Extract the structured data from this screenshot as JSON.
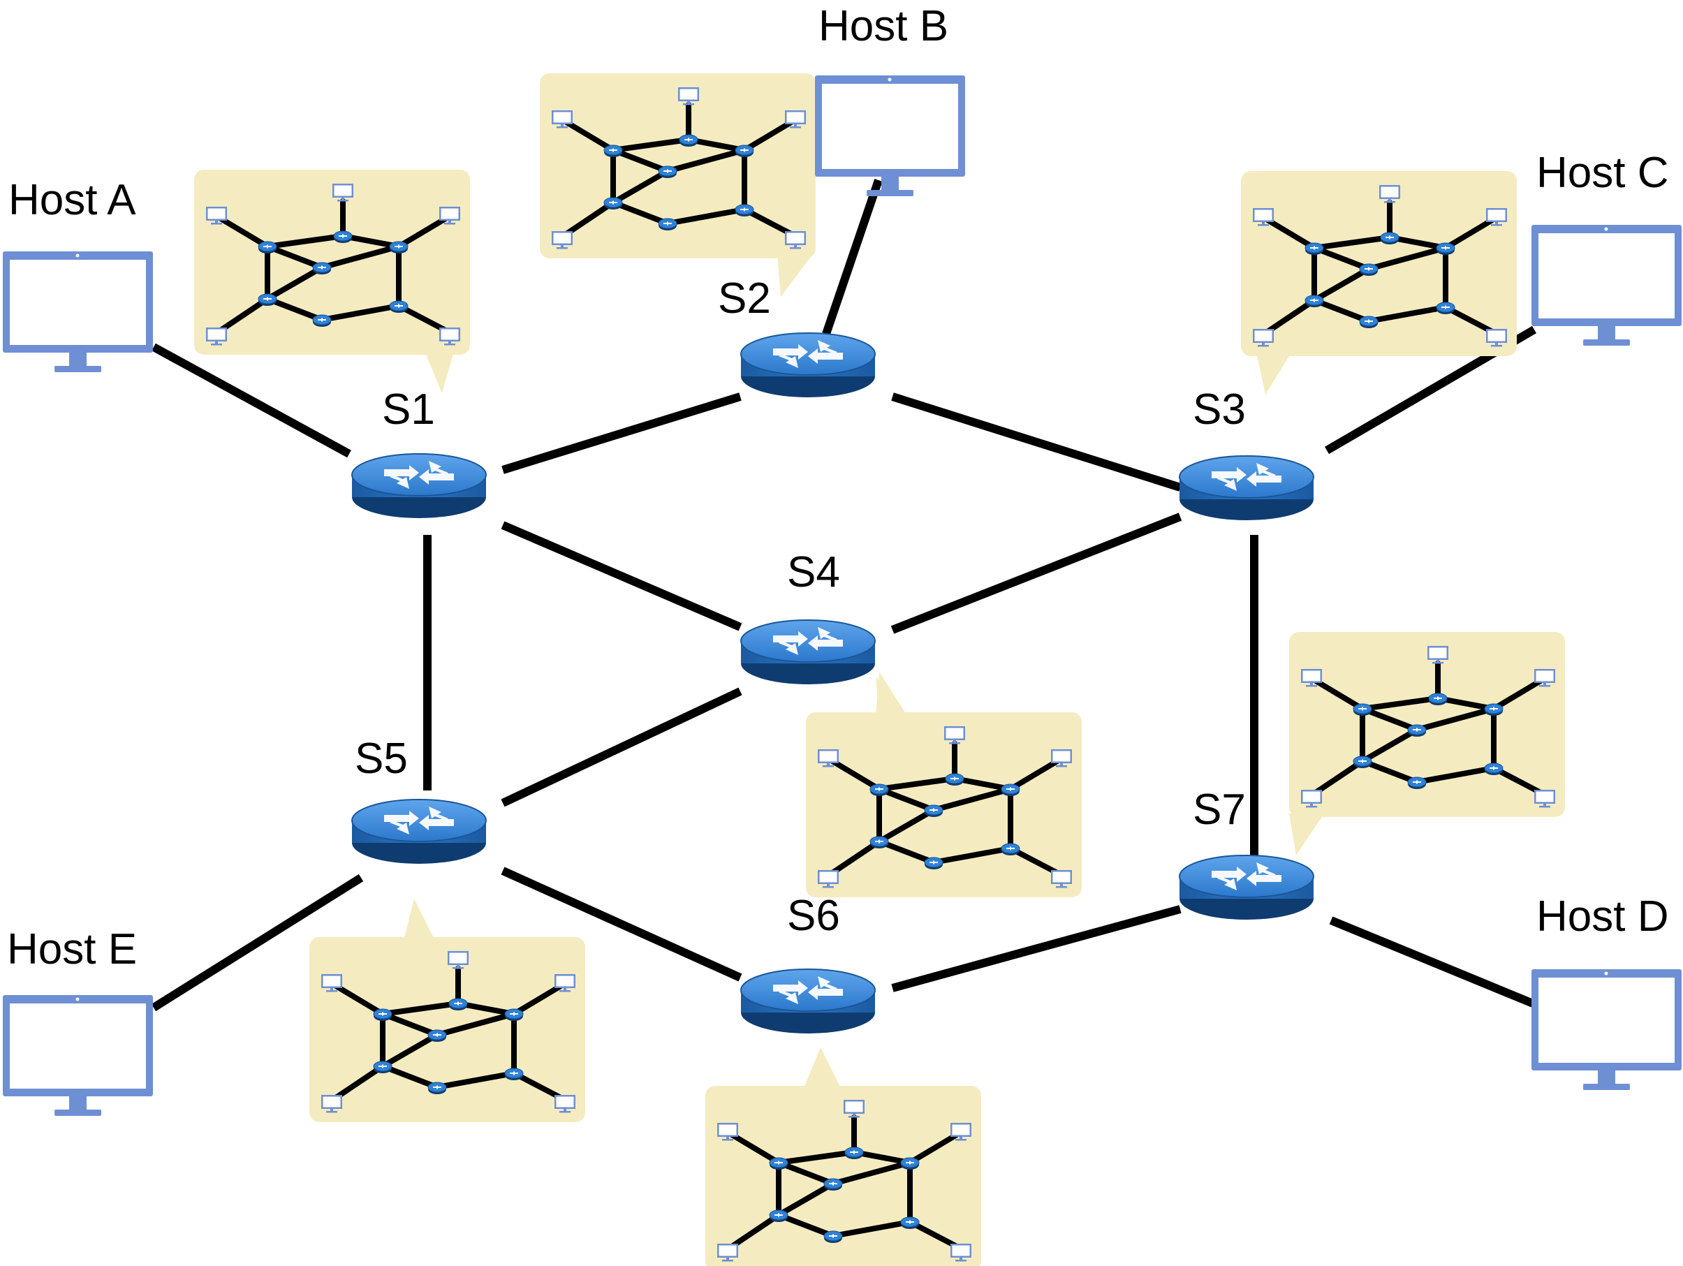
{
  "hosts": [
    {
      "id": "A",
      "label": "Host A"
    },
    {
      "id": "B",
      "label": "Host B"
    },
    {
      "id": "C",
      "label": "Host C"
    },
    {
      "id": "D",
      "label": "Host D"
    },
    {
      "id": "E",
      "label": "Host E"
    }
  ],
  "switches": [
    {
      "id": "S1",
      "label": "S1"
    },
    {
      "id": "S2",
      "label": "S2"
    },
    {
      "id": "S3",
      "label": "S3"
    },
    {
      "id": "S4",
      "label": "S4"
    },
    {
      "id": "S5",
      "label": "S5"
    },
    {
      "id": "S6",
      "label": "S6"
    },
    {
      "id": "S7",
      "label": "S7"
    }
  ],
  "links": [
    [
      "A",
      "S1"
    ],
    [
      "B",
      "S2"
    ],
    [
      "C",
      "S3"
    ],
    [
      "D",
      "S7"
    ],
    [
      "E",
      "S5"
    ],
    [
      "S1",
      "S2"
    ],
    [
      "S2",
      "S3"
    ],
    [
      "S1",
      "S4"
    ],
    [
      "S3",
      "S4"
    ],
    [
      "S1",
      "S5"
    ],
    [
      "S3",
      "S7"
    ],
    [
      "S4",
      "S5"
    ],
    [
      "S5",
      "S6"
    ],
    [
      "S6",
      "S7"
    ]
  ],
  "callouts": [
    "S1",
    "S2",
    "S3",
    "S4",
    "S5",
    "S6",
    "S7"
  ],
  "colors": {
    "switch_body": "#2f7bd0",
    "switch_side": "#1f5fa6",
    "host_frame": "#6f8fd2",
    "callout_bg": "#f4ebc0",
    "link": "#000000"
  },
  "icons": {
    "switch": "router-icon",
    "host": "monitor-icon",
    "mini": "network-topology-icon"
  }
}
